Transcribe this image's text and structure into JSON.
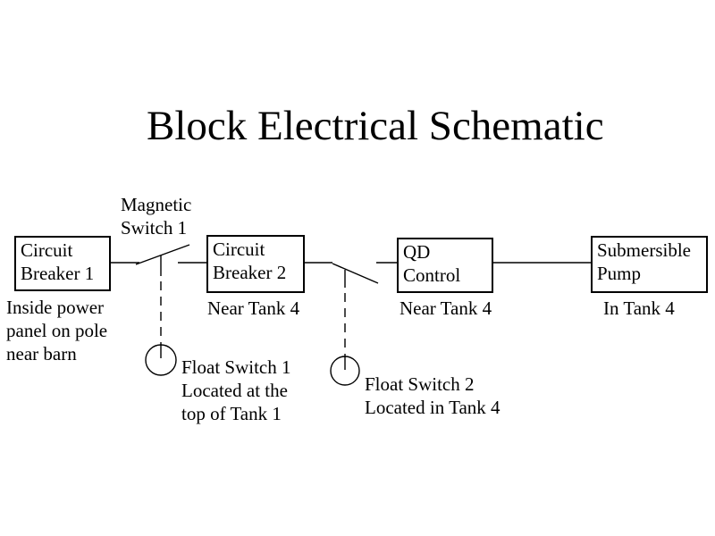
{
  "title": "Block Electrical Schematic",
  "diagram": {
    "blocks": [
      {
        "label_lines": [
          "Circuit",
          "Breaker 1"
        ],
        "note_lines": [
          "Inside power",
          "panel on pole",
          "near barn"
        ]
      },
      {
        "label_lines": [
          "Circuit",
          "Breaker 2"
        ],
        "note_lines": [
          "Near Tank 4"
        ]
      },
      {
        "label_lines": [
          "QD",
          "Control"
        ],
        "note_lines": [
          "Near Tank 4"
        ]
      },
      {
        "label_lines": [
          "Submersible",
          "Pump"
        ],
        "note_lines": [
          "In Tank 4"
        ]
      }
    ],
    "switches": [
      {
        "label_lines": [
          "Magnetic",
          "Switch 1"
        ]
      },
      {
        "label_lines": [
          "Float Switch 1",
          "Located at the",
          "top of Tank 1"
        ]
      },
      {
        "label_lines": [
          "Float Switch 2",
          "Located in Tank 4"
        ]
      }
    ]
  },
  "colors": {
    "line": "#000000",
    "background": "#ffffff",
    "text": "#000000"
  }
}
